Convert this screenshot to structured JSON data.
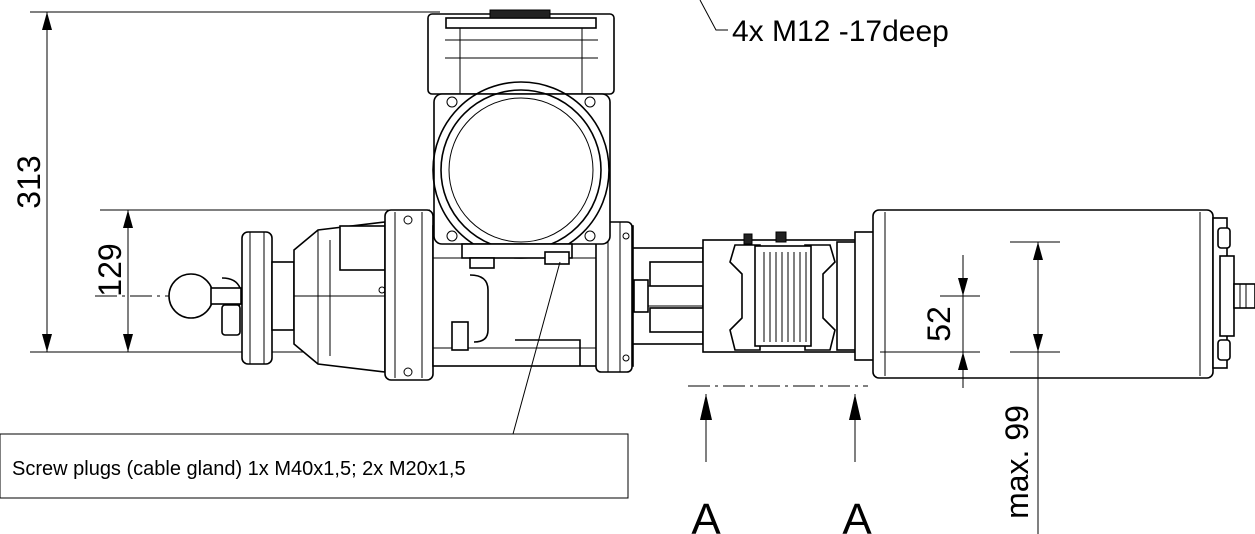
{
  "annotations": {
    "thread_note": "4x M12 -17deep",
    "screw_plugs": "Screw plugs (cable gland) 1x M40x1,5; 2x M20x1,5"
  },
  "dimensions": {
    "overall_height": "313",
    "center_height": "129",
    "flange_width": "52",
    "max_length": "max. 99"
  },
  "section_marks": {
    "left": "A",
    "right": "A"
  }
}
